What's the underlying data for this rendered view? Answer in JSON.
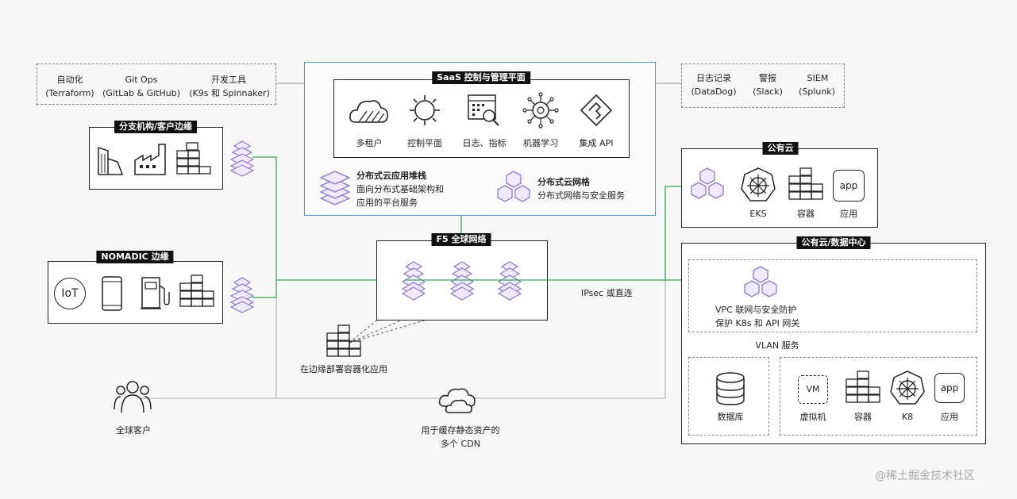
{
  "tools_left": [
    {
      "name": "自动化",
      "detail": "(Terraform)"
    },
    {
      "name": "Git Ops",
      "detail": "(GitLab & GitHub)"
    },
    {
      "name": "开发工具",
      "detail": "(K9s 和 Spinnaker)"
    }
  ],
  "tools_right": [
    {
      "name": "日志记录",
      "detail": "(DataDog)"
    },
    {
      "name": "警报",
      "detail": "(Slack)"
    },
    {
      "name": "SIEM",
      "detail": "(Splunk)"
    }
  ],
  "saas": {
    "title": "SaaS 控制与管理平面",
    "items": [
      "多租户",
      "控制平面",
      "日志、指标",
      "机器学习",
      "集成 API"
    ],
    "stack": {
      "title": "分布式云应用堆栈",
      "line1": "面向分布式基础架构和",
      "line2": "应用的平台服务"
    },
    "mesh": {
      "title": "分布式云网格",
      "line1": "分布式网络与安全服务"
    }
  },
  "branch": {
    "title": "分支机构/客户边缘"
  },
  "nomadic": {
    "title": "NOMADIC 边缘",
    "iot": "IoT"
  },
  "f5": {
    "title": "F5 全球网络"
  },
  "edge_deploy": "在边缘部署容器化应用",
  "customers": "全球客户",
  "cdn": {
    "line1": "用于缓存静态资产的",
    "line2": "多个 CDN"
  },
  "ipsec": "IPsec 或直连",
  "public_cloud": {
    "title": "公有云",
    "items": [
      "EKS",
      "容器",
      "应用"
    ],
    "app_icon": "app"
  },
  "dc": {
    "title": "公有云/数据中心",
    "vpc_line1": "VPC 联网与安全防护",
    "vpc_line2": "保护 K8s 和 API 网关",
    "vlan": "VLAN 服务",
    "db": "数据库",
    "vm_icon": "VM",
    "items": [
      "虚拟机",
      "容器",
      "K8",
      "应用"
    ],
    "app_icon": "app"
  },
  "watermark": "@稀土掘金技术社区",
  "colors": {
    "green": "#3aa65a",
    "blue": "#4a9ac8",
    "purple": "#8a78d0"
  }
}
